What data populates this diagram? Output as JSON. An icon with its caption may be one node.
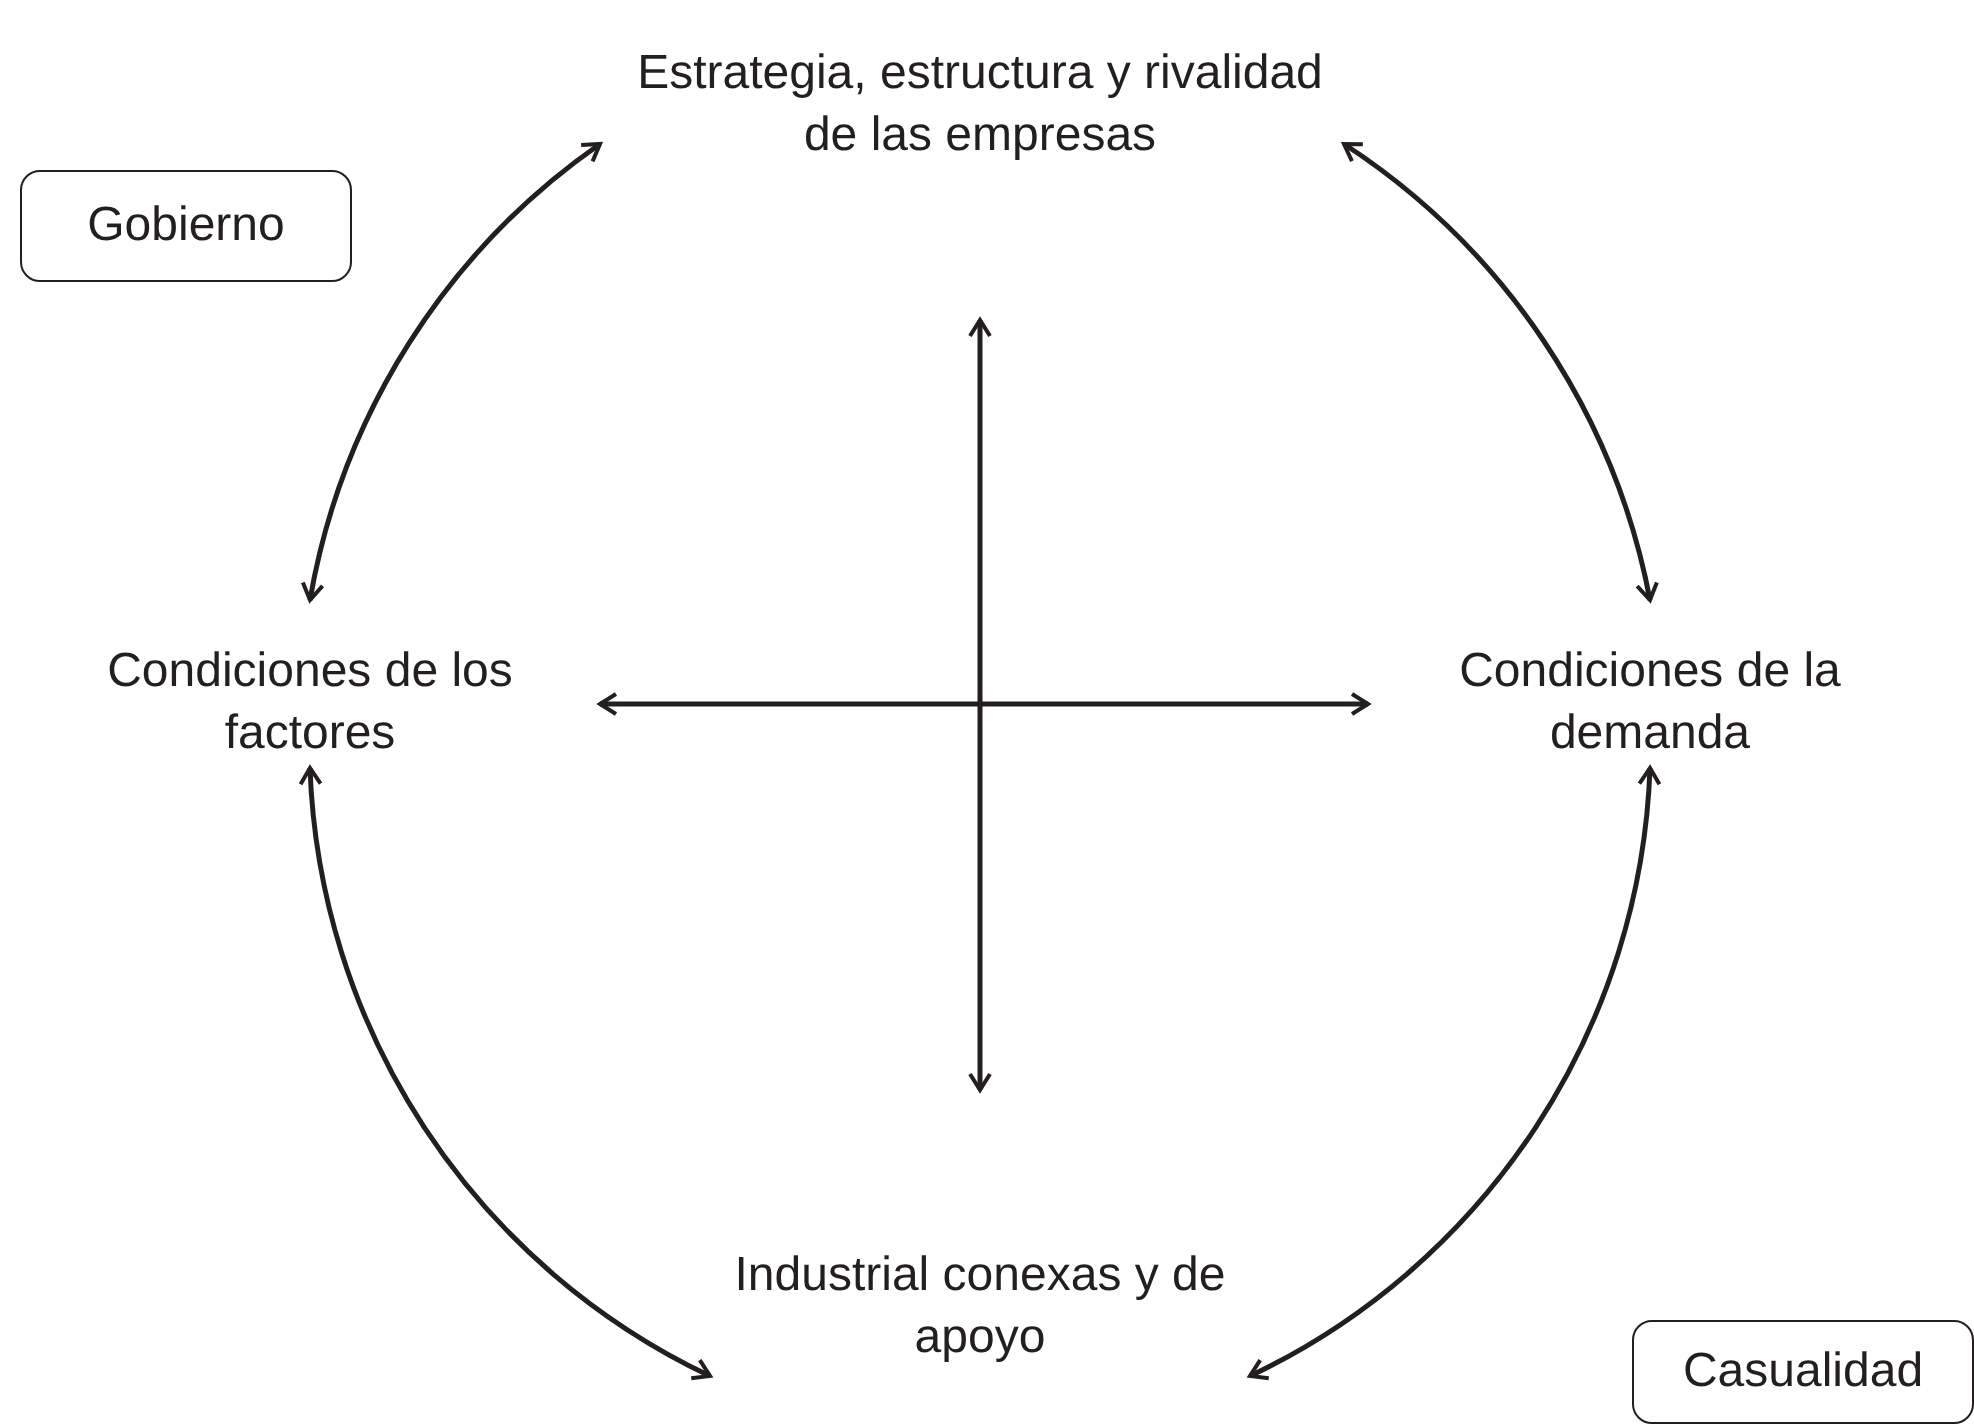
{
  "diagram": {
    "nodes": [
      {
        "text": [
          "Estrategia, estructura y rivalidad de las empresas"
        ]
      },
      {
        "text": [
          "Gobierno"
        ]
      },
      {
        "text": [
          "Condiciones de los factores"
        ]
      },
      {
        "text": [
          "Condiciones de la demanda"
        ]
      },
      {
        "text": [
          "Industrial conexas y de apoyo"
        ]
      },
      {
        "text": [
          "Casualidad"
        ]
      }
    ],
    "edges": [
      {
        "from": 0,
        "to": 2,
        "arrow": "both"
      },
      {
        "from": 0,
        "to": 3,
        "arrow": "both"
      },
      {
        "from": 2,
        "to": 4,
        "arrow": "both"
      },
      {
        "from": 3,
        "to": 4,
        "arrow": "both"
      },
      {
        "from": 2,
        "to": 3,
        "arrow": "both"
      },
      {
        "from": 0,
        "to": 4,
        "arrow": "both"
      }
    ]
  }
}
